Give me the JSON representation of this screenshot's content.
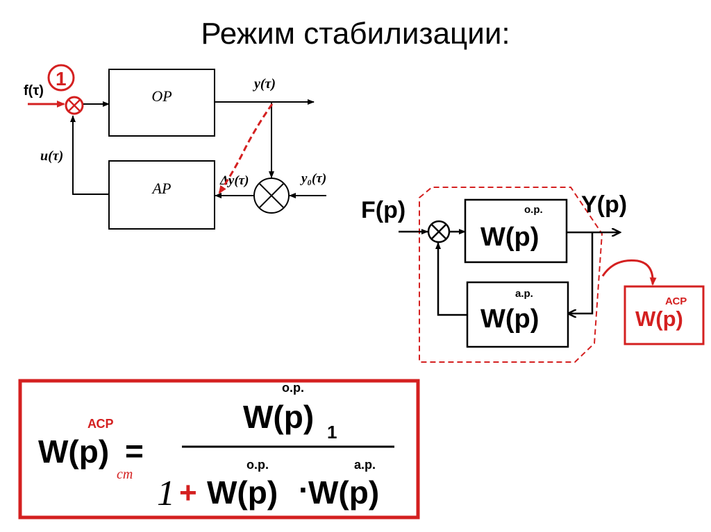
{
  "title": "Режим стабилизации:",
  "colors": {
    "ink": "#000000",
    "accent": "#d42020",
    "background": "#ffffff"
  },
  "left_diagram": {
    "input_label": "f(τ)",
    "output_label": "y(τ)",
    "feedback_label": "u(τ)",
    "error_label": "Δy(τ)",
    "setpoint_label": "y₀(τ)",
    "block_object": "ОР",
    "block_regulator": "АР",
    "annotation_number": "1"
  },
  "right_diagram": {
    "input_label": "F(p)",
    "output_label": "Y(p)",
    "block_forward": {
      "main": "W(p)",
      "sup": "о.р."
    },
    "block_feedback": {
      "main": "W(p)",
      "sup": "а.р."
    },
    "result_block": {
      "main": "W(p)",
      "sup": "АСР"
    }
  },
  "formula": {
    "lhs_main": "W(p)",
    "lhs_sup": "АСР",
    "lhs_sub": "ст",
    "equals": "=",
    "numerator_main": "W(p)",
    "numerator_sup": "о.р.",
    "numerator_sub": "1",
    "denominator_one": "1",
    "denominator_plus": "+",
    "denominator_term1_main": "W(p)",
    "denominator_term1_sup": "о.р.",
    "denominator_dot": "·",
    "denominator_term2_main": "W(p)",
    "denominator_term2_sup": "а.р."
  }
}
